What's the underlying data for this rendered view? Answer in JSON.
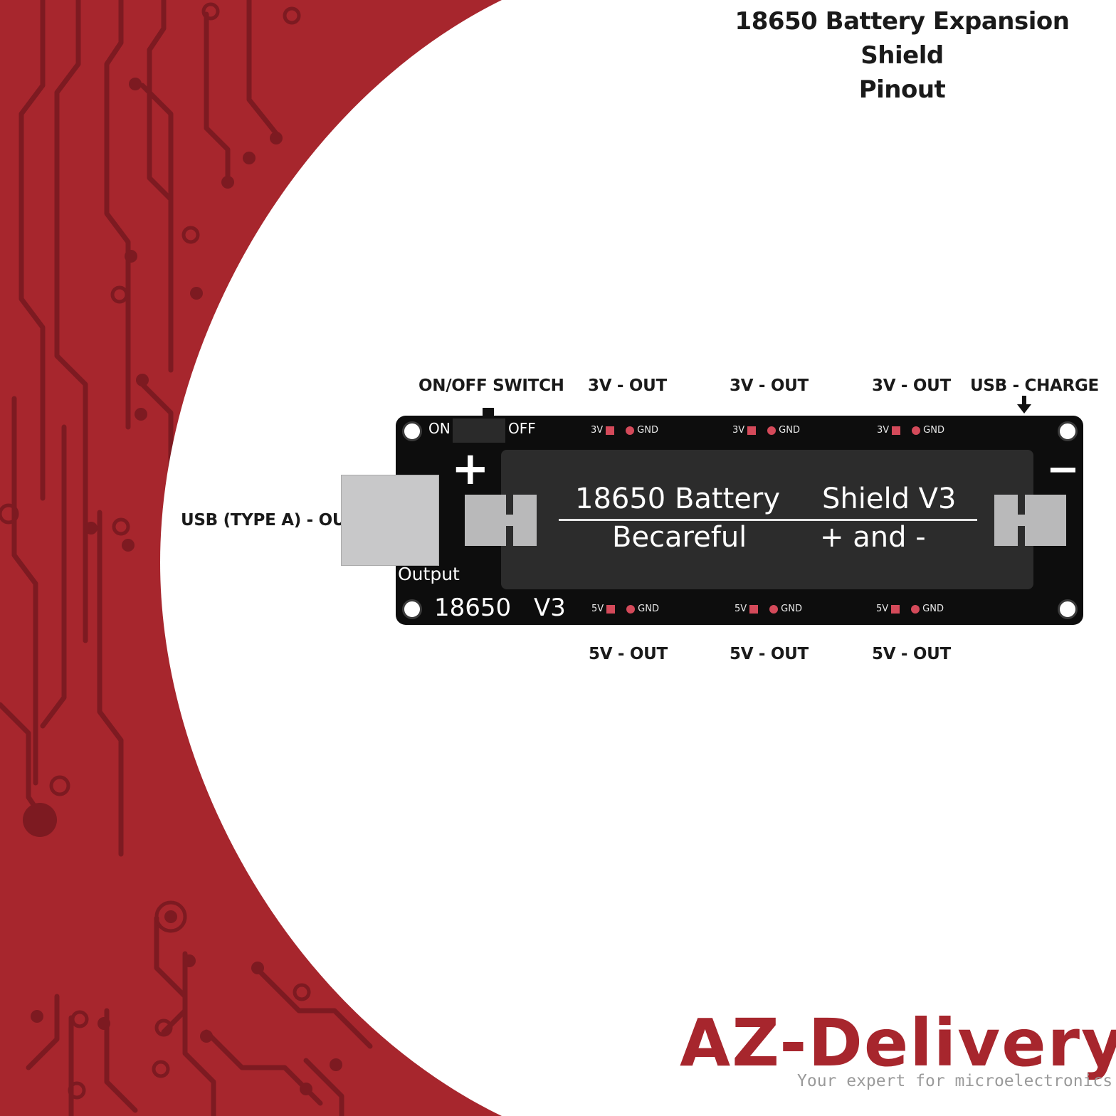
{
  "title": {
    "line1": "18650 Battery Expansion Shield",
    "line2": "Pinout"
  },
  "labels": {
    "onoff_switch": "ON/OFF SWITCH",
    "out3v_1": "3V - OUT",
    "out3v_2": "3V - OUT",
    "out3v_3": "3V - OUT",
    "usb_charge": "USB - CHARGE",
    "usb_typea_out": "USB (TYPE A) - OUT",
    "out5v_1": "5V - OUT",
    "out5v_2": "5V - OUT",
    "out5v_3": "5V - OUT"
  },
  "board": {
    "on": "ON",
    "off": "OFF",
    "plus": "+",
    "minus": "−",
    "output": "Output",
    "model": "18650",
    "version": "V3",
    "pin_3v": "3V",
    "pin_5v": "5V",
    "pin_gnd": "GND",
    "holder_line1_a": "18650   Battery",
    "holder_line1_b": "Shield    V3",
    "holder_line2_a": "Becareful",
    "holder_line2_b": "+   and   -"
  },
  "logo": {
    "name": "AZ-Delivery",
    "tagline": "Your expert for microelectronics!"
  },
  "colors": {
    "brand_red": "#a7262d",
    "trace_dark": "#7d1a21",
    "board": "#0d0d0d",
    "pad": "#d44a5a"
  }
}
